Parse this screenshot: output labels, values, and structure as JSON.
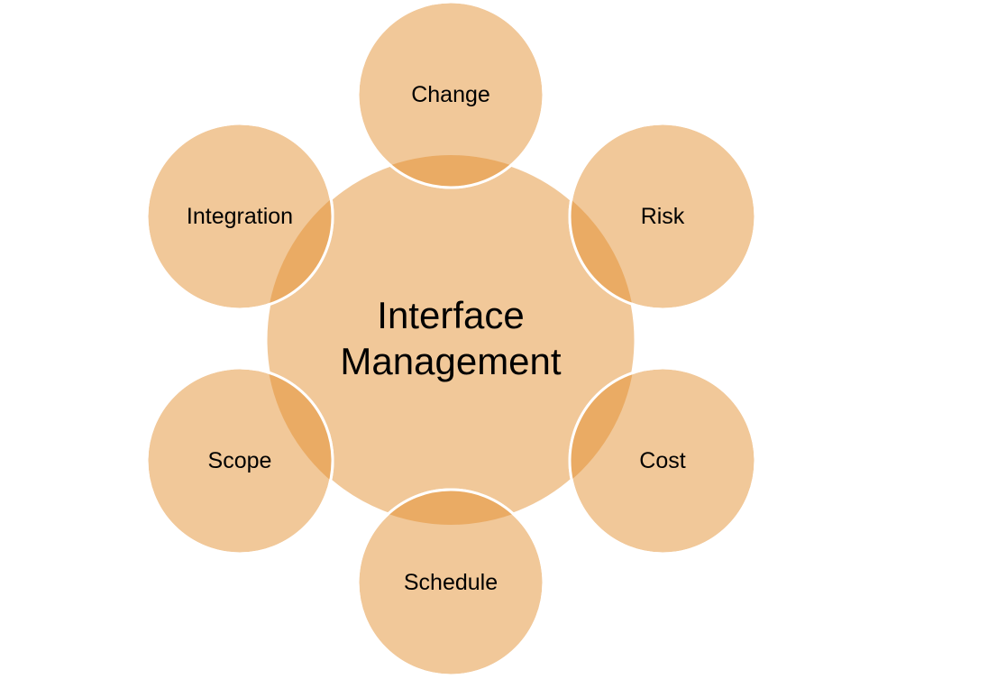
{
  "diagram": {
    "center": {
      "line1": "Interface",
      "line2": "Management"
    },
    "nodes": {
      "change": "Change",
      "risk": "Risk",
      "cost": "Cost",
      "schedule": "Schedule",
      "scope": "Scope",
      "integration": "Integration"
    }
  },
  "colors": {
    "circle_fill": "#F1C899",
    "overlap_fill": "#EAAB64",
    "outline": "#FFFFFF",
    "text": "#000000",
    "background": "#FFFFFF"
  }
}
